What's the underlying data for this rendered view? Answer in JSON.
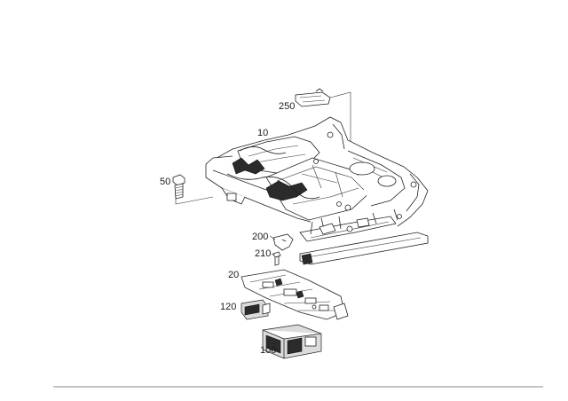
{
  "callouts": {
    "c250": "250",
    "c10": "10",
    "c50": "50",
    "c200": "200",
    "c210": "210",
    "c20": "20",
    "c120": "120",
    "c100": "100"
  }
}
